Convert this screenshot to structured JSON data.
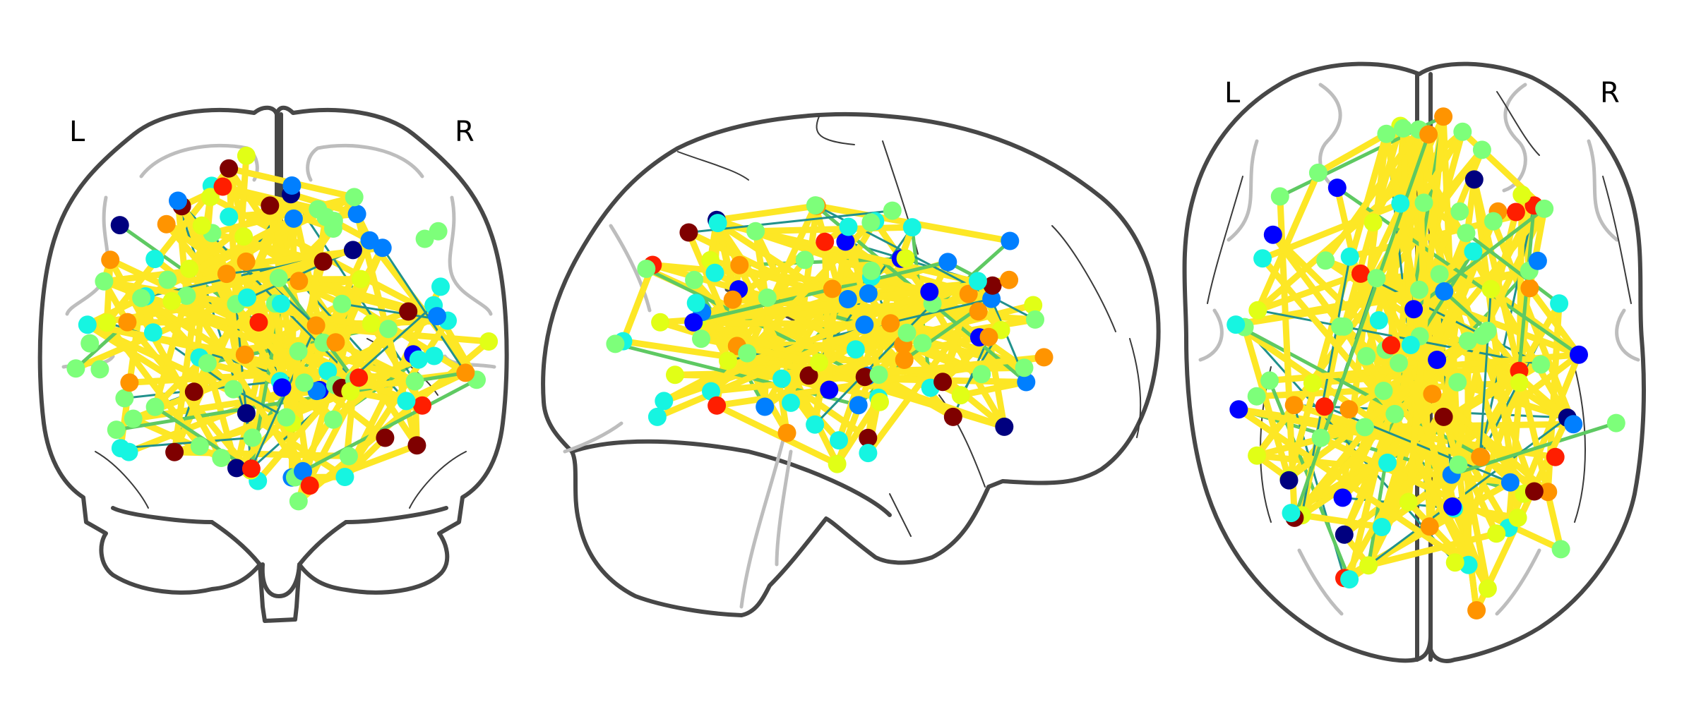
{
  "figure": {
    "type": "connectome_glass_brain",
    "views": [
      {
        "name": "coronal",
        "labels": {
          "left": "L",
          "right": "R"
        }
      },
      {
        "name": "sagittal",
        "labels": {}
      },
      {
        "name": "axial",
        "labels": {
          "left": "L",
          "right": "R"
        }
      }
    ],
    "colors": {
      "brain_outline": "#474747",
      "gyri": "#bdbdbd",
      "strong_edge": "#fde725",
      "weak_edge_green": "#5ec962",
      "weak_edge_teal": "#21918c",
      "node_colormap": [
        "#00007f",
        "#0000ff",
        "#007fff",
        "#16f5e1",
        "#7dff7a",
        "#e1ff16",
        "#ff9400",
        "#ff1e00",
        "#7f0000"
      ]
    }
  }
}
